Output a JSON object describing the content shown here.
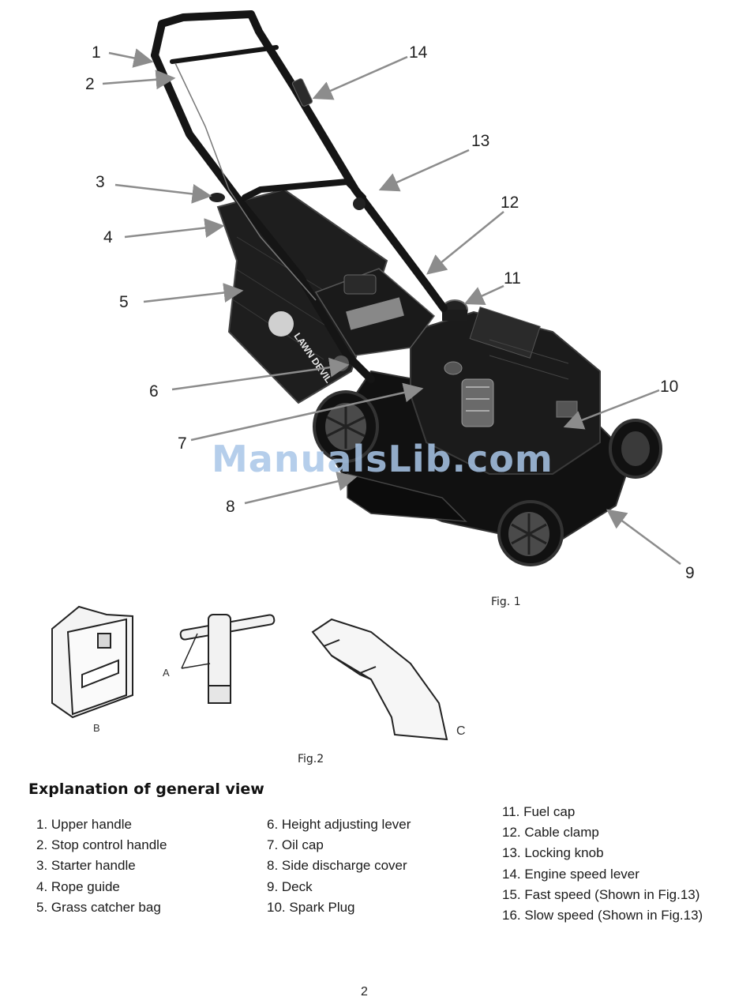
{
  "figure1": {
    "callouts": [
      "1",
      "2",
      "3",
      "4",
      "5",
      "6",
      "7",
      "8",
      "9",
      "10",
      "11",
      "12",
      "13",
      "14"
    ],
    "caption": "Fig. 1",
    "logo_text": "LAWN DEVIL",
    "watermark": "ManualsLib.com"
  },
  "figure2": {
    "caption": "Fig.2",
    "labels": {
      "a": "A",
      "b": "B",
      "c": "C"
    }
  },
  "section": {
    "heading": "Explanation of general view",
    "col1": [
      "1. Upper handle",
      "2. Stop control handle",
      "3. Starter handle",
      "4. Rope guide",
      "5. Grass catcher bag"
    ],
    "col2": [
      "6. Height adjusting lever",
      "7. Oil cap",
      "8. Side discharge cover",
      "9. Deck",
      "10. Spark Plug"
    ],
    "col3": [
      "11. Fuel cap",
      "12. Cable clamp",
      "13. Locking knob",
      "14. Engine speed lever",
      "15. Fast speed (Shown in Fig.13)",
      "16. Slow speed (Shown in Fig.13)"
    ]
  },
  "page_number": "2"
}
